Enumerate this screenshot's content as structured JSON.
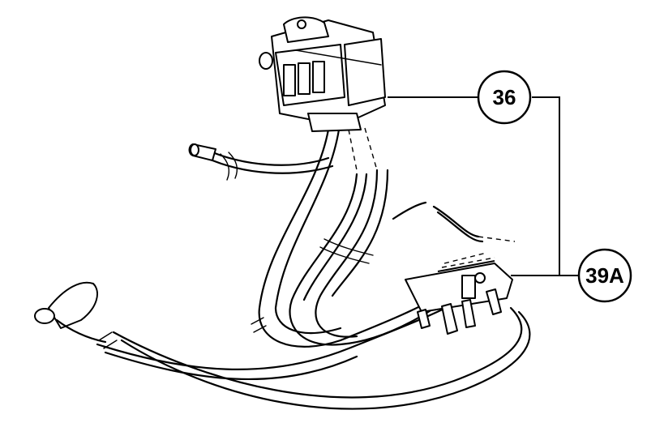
{
  "callouts": [
    {
      "id": "c36",
      "label": "36"
    },
    {
      "id": "c39a",
      "label": "39A"
    }
  ]
}
